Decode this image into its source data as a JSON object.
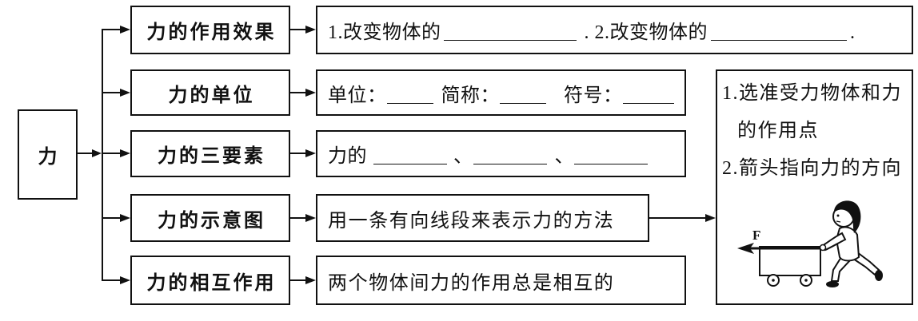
{
  "root": {
    "label": "力"
  },
  "effect": {
    "title": "力的作用效果",
    "part1": "1.改变物体的",
    "part2": ". 2.改变物体的",
    "part3": "."
  },
  "unit": {
    "title": "力的单位",
    "unit_label": "单位：",
    "abbr_label": "简称：",
    "symbol_label": "符号："
  },
  "elements": {
    "title": "力的三要素",
    "prefix": "力的",
    "separator_1": "、",
    "separator_2": "、"
  },
  "diagram": {
    "title": "力的示意图",
    "description": "用一条有向线段来表示力的方法",
    "step_1a": "1.选准受力物体和力",
    "step_1b": "的作用点",
    "step_2": "2.箭头指向力的方向",
    "force_label": "F"
  },
  "interaction": {
    "title": "力的相互作用",
    "description": "两个物体间力的作用总是相互的"
  },
  "icons": {
    "illustration": "child-pushing-cart"
  },
  "colors": {
    "ink": "#111111",
    "background": "#ffffff"
  }
}
